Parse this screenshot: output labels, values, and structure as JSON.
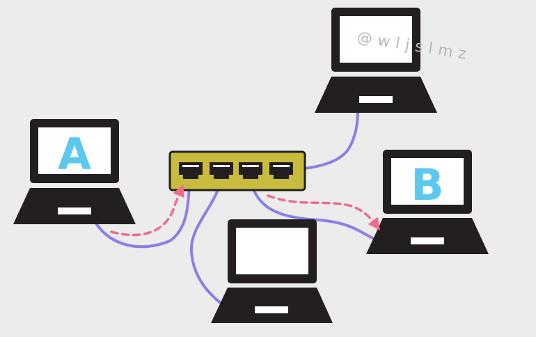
{
  "laptops": {
    "a": {
      "label": "A"
    },
    "b": {
      "label": "B"
    },
    "top": {
      "label": ""
    },
    "bottom": {
      "label": ""
    }
  },
  "watermark": {
    "text": "@wljslmz"
  },
  "colors": {
    "background": "#ececec",
    "laptop_body": "#231f20",
    "screen": "#ffffff",
    "label": "#5bc8ef",
    "switch_body": "#c9bb3e",
    "cable": "#8a7fe8",
    "data_flow": "#f06b8e",
    "watermark": "#b9b9b9"
  },
  "switch": {
    "port_count": 4
  }
}
